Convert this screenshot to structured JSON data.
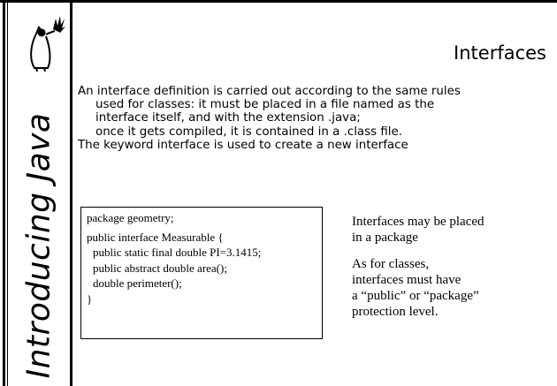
{
  "sidebar": {
    "vertical_title": "Introducing Java"
  },
  "slide": {
    "title": "Interfaces",
    "paragraph_lines": [
      "An interface definition is carried out according to the same rules",
      "used for classes: it must be placed in a file named as the",
      "interface itself, and with the extension .java;",
      "once it gets compiled, it is contained in a .class file.",
      "The keyword interface is used to create a new interface"
    ],
    "code_lines": [
      "package geometry;",
      "public interface Measurable {",
      "public static final double PI=3.1415;",
      "public abstract double area();",
      "double perimeter();",
      "}"
    ],
    "notes": [
      [
        "Interfaces may be placed",
        "in a package"
      ],
      [
        "As for classes,",
        "interfaces must have",
        "a “public” or “package”",
        "protection level."
      ]
    ]
  }
}
